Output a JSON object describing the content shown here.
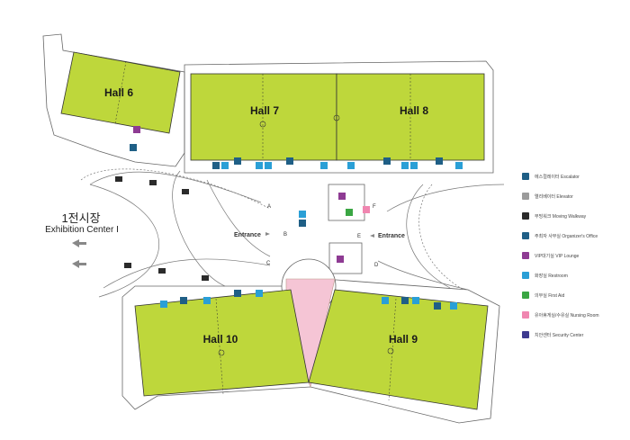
{
  "halls": [
    {
      "id": "hall6",
      "label": "Hall 6"
    },
    {
      "id": "hall7",
      "label": "Hall 7"
    },
    {
      "id": "hall8",
      "label": "Hall 8"
    },
    {
      "id": "hall9",
      "label": "Hall 9"
    },
    {
      "id": "hall10",
      "label": "Hall 10"
    }
  ],
  "entrances": {
    "left": "Entrance",
    "right": "Entrance"
  },
  "gate_letters": [
    "A",
    "B",
    "C",
    "D",
    "E",
    "F"
  ],
  "exhibition_center": {
    "korean": "1전시장",
    "english": "Exhibition Center I"
  },
  "legend": [
    {
      "label": "에스컬레이터 Escalator",
      "icon": "escalator-icon",
      "color": "#1f5f86"
    },
    {
      "label": "엘리베이터 Elevator",
      "icon": "elevator-icon",
      "color": "#9b9b9b"
    },
    {
      "label": "무빙워크 Moving Walkway",
      "icon": "moving-walkway-icon",
      "color": "#2b2b2b"
    },
    {
      "label": "주최자 사무실 Organizer's Office",
      "icon": "organizer-office-icon",
      "color": "#1f5f86"
    },
    {
      "label": "VIP대기실 VIP Lounge",
      "icon": "vip-lounge-icon",
      "color": "#8e3b93"
    },
    {
      "label": "화장실 Restroom",
      "icon": "restroom-icon",
      "color": "#2a9fd6"
    },
    {
      "label": "의무실 First Aid",
      "icon": "first-aid-icon",
      "color": "#3aa643"
    },
    {
      "label": "유아휴게실/수유실 Nursing Room",
      "icon": "nursing-room-icon",
      "color": "#f086b0"
    },
    {
      "label": "치안센터 Security Center",
      "icon": "security-center-icon",
      "color": "#3d3a8f"
    }
  ],
  "colors": {
    "hall": "#bed73b",
    "plaza": "#f5c5d5",
    "line": "#555555"
  }
}
